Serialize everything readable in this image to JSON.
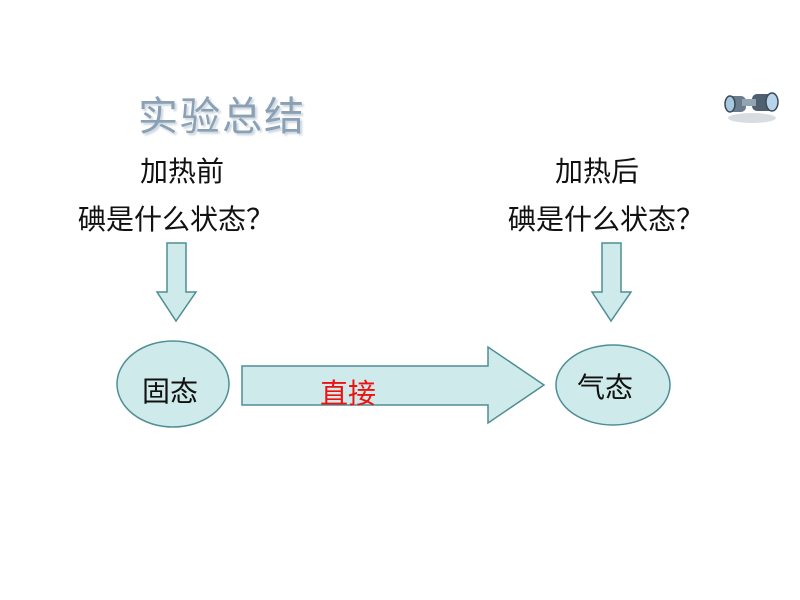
{
  "title": "实验总结",
  "before": {
    "line1": "加热前",
    "line2": "碘是什么状态？"
  },
  "after": {
    "line1": "加热后",
    "line2": "碘是什么状态？"
  },
  "nodes": {
    "solid": "固态",
    "gas": "气态"
  },
  "arrow_label": "直接",
  "colors": {
    "shape_fill": "#cfeaea",
    "shape_stroke": "#4e8e94",
    "title": "#8aa0b4",
    "highlight": "#ee1111"
  },
  "icons": {
    "corner": "binoculars-icon"
  }
}
